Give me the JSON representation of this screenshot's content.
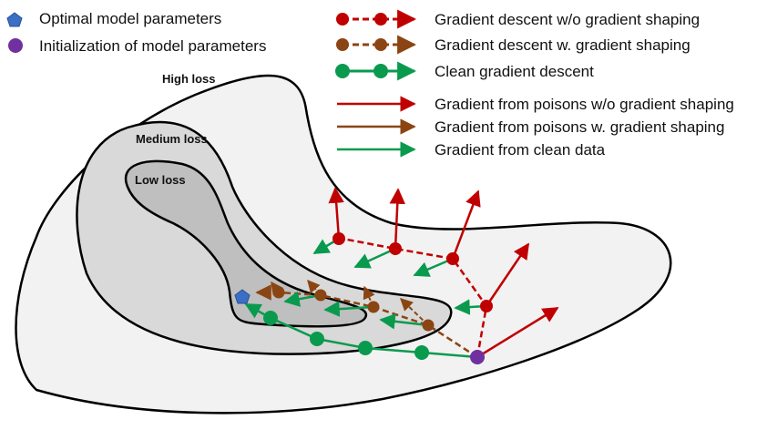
{
  "colors": {
    "red": "#c00000",
    "brown": "#8b4513",
    "green": "#0a9a4e",
    "blue": "#3a6fc4",
    "purple": "#7030a0",
    "high_fill": "#f2f2f2",
    "medium_fill": "#d9d9d9",
    "low_fill": "#bfbfbf"
  },
  "legend": {
    "optimal": "Optimal model parameters",
    "init": "Initialization of model parameters",
    "gd_no_shaping": "Gradient descent w/o gradient shaping",
    "gd_shaping": "Gradient descent w. gradient shaping",
    "clean_gd": "Clean gradient descent",
    "grad_poison_no_shaping": "Gradient from poisons w/o gradient shaping",
    "grad_poison_shaping": "Gradient from poisons w. gradient shaping",
    "grad_clean": "Gradient from clean data"
  },
  "regions": {
    "high": "High loss",
    "medium": "Medium loss",
    "low": "Low loss"
  }
}
